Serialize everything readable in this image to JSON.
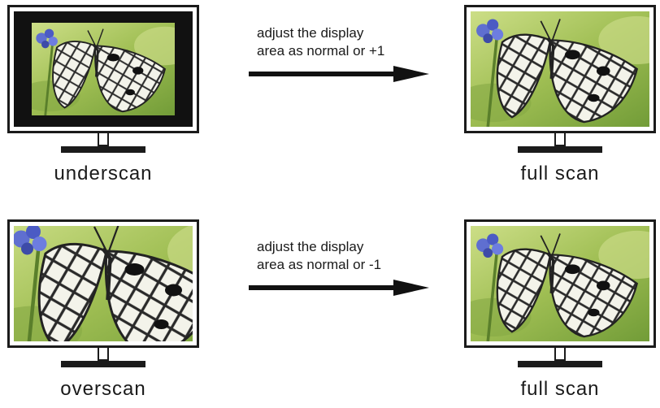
{
  "rows": [
    {
      "source_caption": "underscan",
      "instruction_line1": "adjust the display",
      "instruction_line2": "area as normal or +1",
      "target_caption": "full scan"
    },
    {
      "source_caption": "overscan",
      "instruction_line1": "adjust the display",
      "instruction_line2": "area as normal or -1",
      "target_caption": "full scan"
    }
  ],
  "icons": {
    "arrow": "right-arrow-icon",
    "monitor": "monitor-icon",
    "image": "butterfly-image"
  },
  "colors": {
    "frame": "#1b1b1b",
    "letterbox": "#111111",
    "background_green": "#a7c45a"
  }
}
